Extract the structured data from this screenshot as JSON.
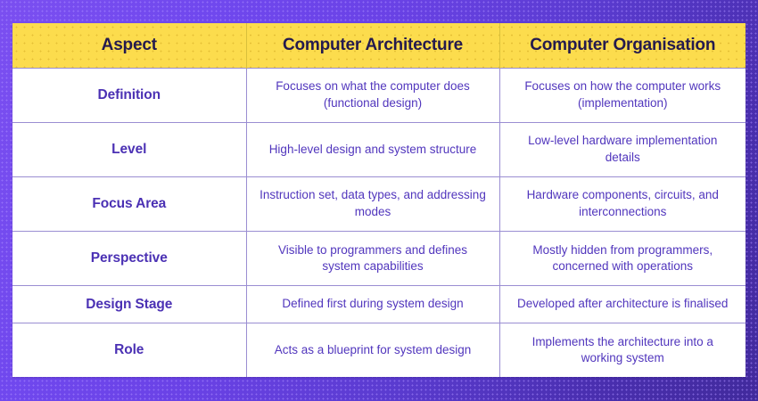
{
  "theme": {
    "background_purple_light": "#7b4ff0",
    "background_purple_dark": "#412a9c",
    "header_yellow": "#fcdc4d",
    "header_text": "#241a4e",
    "body_text_purple": "#5136bd",
    "aspect_text_purple": "#4b31b4",
    "card_background": "#ffffff",
    "grid_line": "#9a8ed2"
  },
  "table": {
    "headers": [
      "Aspect",
      "Computer Architecture",
      "Computer Organisation"
    ],
    "rows": [
      {
        "aspect": "Definition",
        "architecture": "Focuses on what the computer does (functional design)",
        "organisation": "Focuses on how the computer works (implementation)"
      },
      {
        "aspect": "Level",
        "architecture": "High-level design and system structure",
        "organisation": "Low-level hardware implementation details"
      },
      {
        "aspect": "Focus Area",
        "architecture": "Instruction set, data types, and addressing modes",
        "organisation": "Hardware components, circuits, and interconnections"
      },
      {
        "aspect": "Perspective",
        "architecture": "Visible to programmers and defines system capabilities",
        "organisation": "Mostly hidden from programmers, concerned with operations"
      },
      {
        "aspect": "Design Stage",
        "architecture": "Defined first during system design",
        "organisation": "Developed after architecture is finalised"
      },
      {
        "aspect": "Role",
        "architecture": "Acts as a blueprint for system design",
        "organisation": "Implements the architecture into a working system"
      }
    ]
  }
}
